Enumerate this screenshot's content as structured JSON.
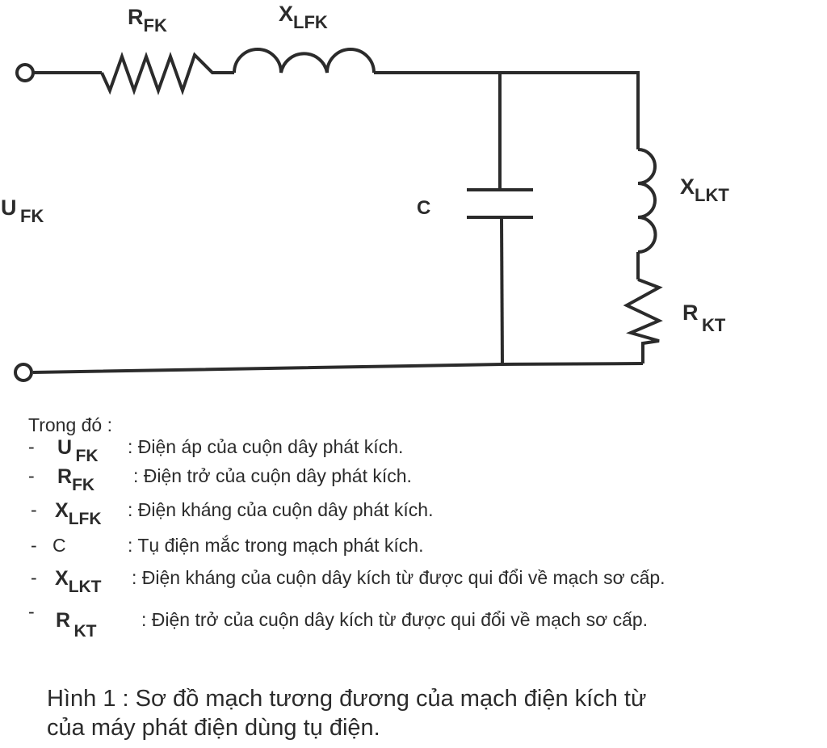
{
  "diagram": {
    "type": "equivalent-circuit",
    "components": {
      "r_fk": {
        "symbol": "R",
        "subscript": "FK",
        "kind": "resistor"
      },
      "x_lfk": {
        "symbol": "X",
        "subscript": "LFK",
        "kind": "inductor"
      },
      "c": {
        "symbol": "C",
        "subscript": "",
        "kind": "capacitor"
      },
      "x_lkt": {
        "symbol": "X",
        "subscript": "LKT",
        "kind": "inductor"
      },
      "r_kt": {
        "symbol": "R",
        "subscript": "KT",
        "kind": "resistor"
      },
      "u_fk": {
        "symbol": "U",
        "subscript": "FK",
        "kind": "terminal-voltage"
      }
    },
    "colors": {
      "stroke": "#2b2b2b",
      "background": "#ffffff"
    }
  },
  "legend": {
    "title": "Trong đó :",
    "items": [
      {
        "dash": "-",
        "symbol": "U",
        "subscript": "FK",
        "description": ": Điện áp của cuộn dây phát kích."
      },
      {
        "dash": "-",
        "symbol": "R",
        "subscript": "FK",
        "description": ": Điện trở của cuộn dây phát kích."
      },
      {
        "dash": "-",
        "symbol": "X",
        "subscript": "LFK",
        "description": ": Điện kháng của cuộn dây phát kích."
      },
      {
        "dash": "-",
        "symbol": "C",
        "subscript": "",
        "description": ": Tụ điện mắc trong mạch phát kích."
      },
      {
        "dash": "-",
        "symbol": "X",
        "subscript": "LKT",
        "description": ": Điện kháng của cuộn dây kích từ được qui đổi về mạch sơ cấp."
      },
      {
        "dash": "-",
        "symbol": "R",
        "subscript": "KT",
        "description": ": Điện trở của cuộn dây kích từ được qui đổi về mạch sơ cấp."
      }
    ]
  },
  "caption": {
    "line1": "Hình 1 : Sơ đồ mạch tương đương của mạch điện kích từ",
    "line2": "của máy phát điện dùng tụ điện."
  }
}
